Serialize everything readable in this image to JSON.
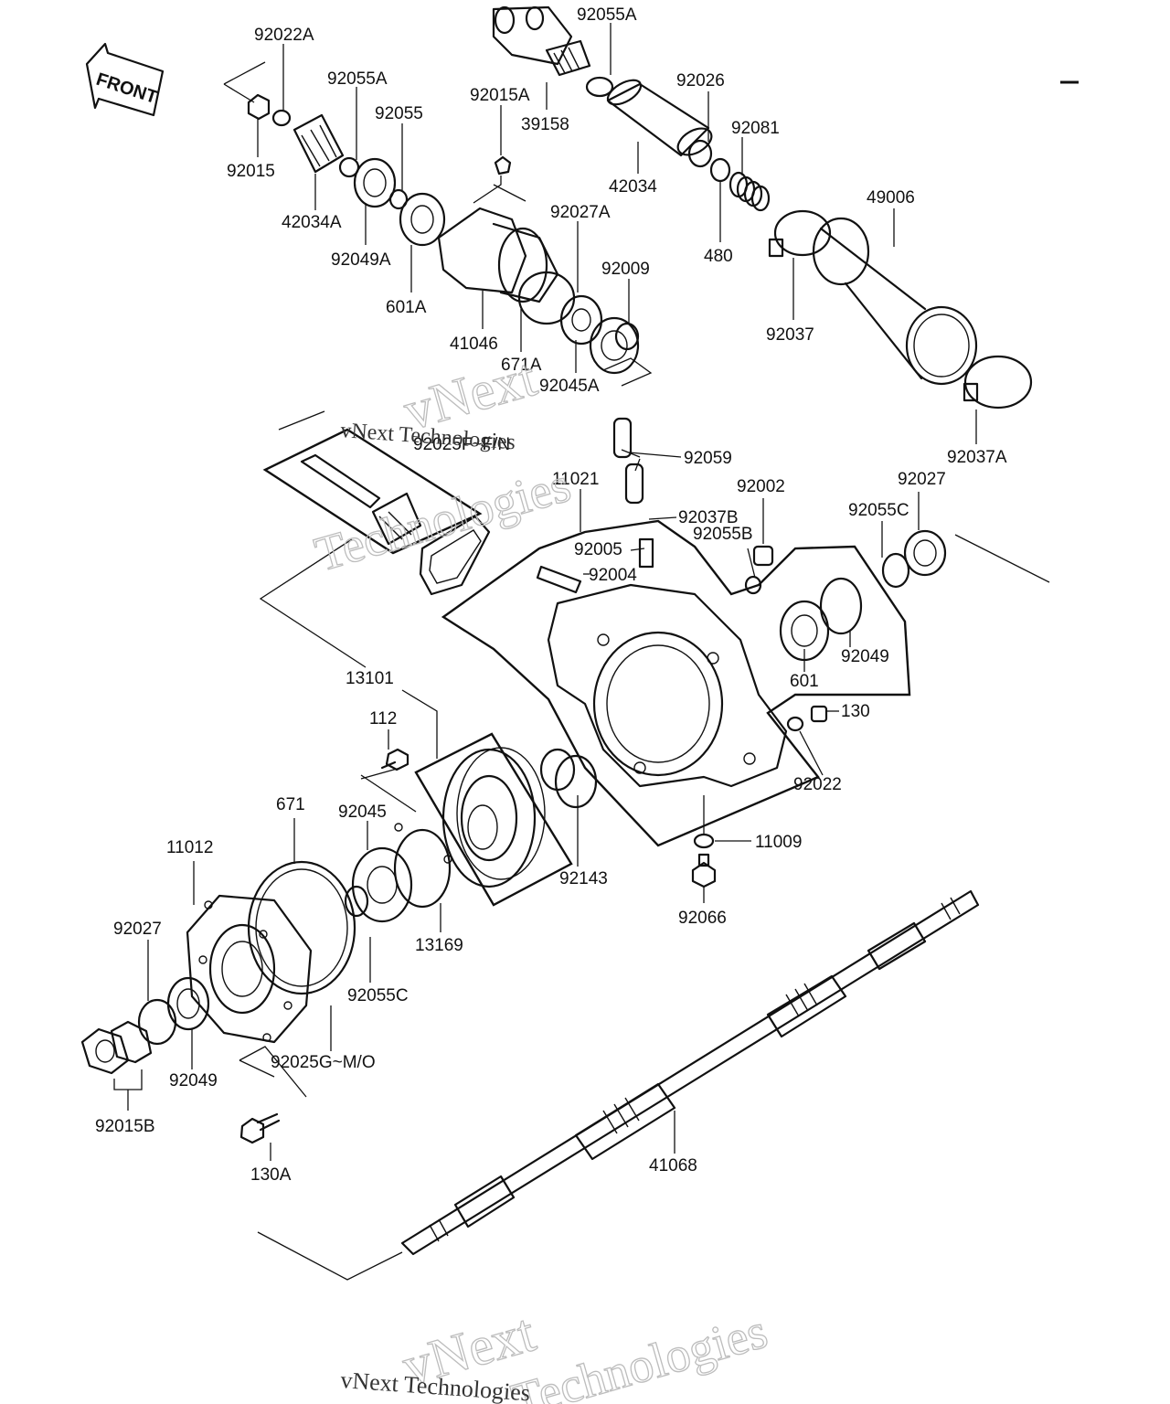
{
  "front_arrow": {
    "label": "FRONT",
    "icon": "front-arrow-icon"
  },
  "watermark": {
    "line1": "vNext",
    "line2": "Technologies",
    "inline": "vNext Technologies"
  },
  "parts": [
    {
      "id": "92022A",
      "label": "92022A"
    },
    {
      "id": "92055A_top",
      "label": "92055A"
    },
    {
      "id": "92055A",
      "label": "92055A"
    },
    {
      "id": "92055",
      "label": "92055"
    },
    {
      "id": "92015",
      "label": "92015"
    },
    {
      "id": "42034A",
      "label": "42034A"
    },
    {
      "id": "92049A",
      "label": "92049A"
    },
    {
      "id": "601A",
      "label": "601A"
    },
    {
      "id": "92015A",
      "label": "92015A"
    },
    {
      "id": "39158",
      "label": "39158"
    },
    {
      "id": "42034",
      "label": "42034"
    },
    {
      "id": "92026",
      "label": "92026"
    },
    {
      "id": "92081",
      "label": "92081"
    },
    {
      "id": "480",
      "label": "480"
    },
    {
      "id": "49006",
      "label": "49006"
    },
    {
      "id": "92037",
      "label": "92037"
    },
    {
      "id": "92027A",
      "label": "92027A"
    },
    {
      "id": "92009",
      "label": "92009"
    },
    {
      "id": "41046",
      "label": "41046"
    },
    {
      "id": "671A",
      "label": "671A"
    },
    {
      "id": "92045A",
      "label": "92045A"
    },
    {
      "id": "92037A",
      "label": "92037A"
    },
    {
      "id": "92025F",
      "label": "92025F~F/N"
    },
    {
      "id": "11021",
      "label": "11021"
    },
    {
      "id": "92059",
      "label": "92059"
    },
    {
      "id": "92002",
      "label": "92002"
    },
    {
      "id": "92027_r",
      "label": "92027"
    },
    {
      "id": "92037B",
      "label": "92037B"
    },
    {
      "id": "92055B",
      "label": "92055B"
    },
    {
      "id": "92055C_r",
      "label": "92055C"
    },
    {
      "id": "92005",
      "label": "92005"
    },
    {
      "id": "92004",
      "label": "92004"
    },
    {
      "id": "92049_r",
      "label": "92049"
    },
    {
      "id": "601",
      "label": "601"
    },
    {
      "id": "13101",
      "label": "13101"
    },
    {
      "id": "130",
      "label": "130"
    },
    {
      "id": "112",
      "label": "112"
    },
    {
      "id": "92022",
      "label": "92022"
    },
    {
      "id": "671",
      "label": "671"
    },
    {
      "id": "92045",
      "label": "92045"
    },
    {
      "id": "11009",
      "label": "11009"
    },
    {
      "id": "92143",
      "label": "92143"
    },
    {
      "id": "11012",
      "label": "11012"
    },
    {
      "id": "92066",
      "label": "92066"
    },
    {
      "id": "13169",
      "label": "13169"
    },
    {
      "id": "92027_l",
      "label": "92027"
    },
    {
      "id": "92055C_l",
      "label": "92055C"
    },
    {
      "id": "92049_l",
      "label": "92049"
    },
    {
      "id": "92025G",
      "label": "92025G~M/O"
    },
    {
      "id": "92015B",
      "label": "92015B"
    },
    {
      "id": "41068",
      "label": "41068"
    },
    {
      "id": "130A",
      "label": "130A"
    }
  ]
}
